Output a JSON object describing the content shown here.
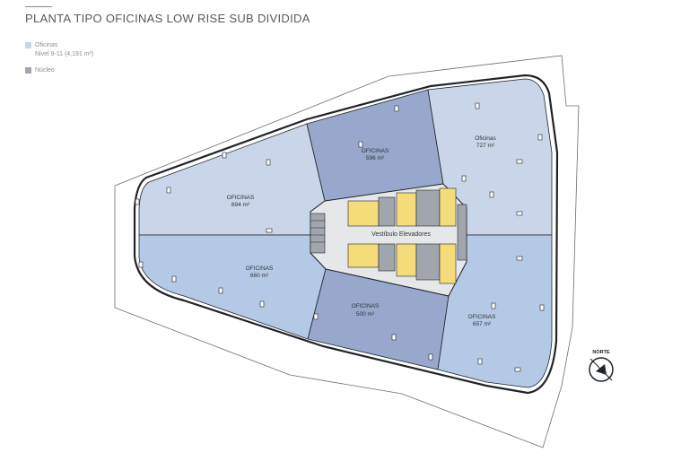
{
  "title": "PLANTA TIPO OFICINAS LOW RISE SUB DIVIDIDA",
  "legend": {
    "oficinas_label": "Oficinas",
    "oficinas_sub": "Nivel 9-11 (4,191 m²)",
    "nucleo_label": "Núcleo"
  },
  "colors": {
    "light_office": "#c9d5e8",
    "mid_office": "#b4c9e6",
    "dark_office": "#97a8cc",
    "core_gray": "#a1a5ad",
    "yellow": "#f5dc7a",
    "outline": "#1f2329"
  },
  "rooms": [
    {
      "name": "OFICINAS",
      "area": "694 m²"
    },
    {
      "name": "OFICINAS",
      "area": "596 m²"
    },
    {
      "name": "Oficinas",
      "area": "727 m²"
    },
    {
      "name": "OFICINAS",
      "area": "660 m²"
    },
    {
      "name": "OFICINAS",
      "area": "500 m²"
    },
    {
      "name": "OFICINAS",
      "area": "657 m²"
    }
  ],
  "vestibule": "Vestíbulo Elevadores",
  "compass_label": "NORTE"
}
